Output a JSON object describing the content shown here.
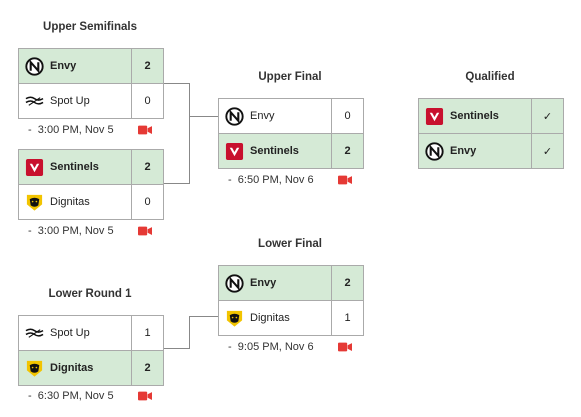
{
  "titles": {
    "upper_semifinals": "Upper Semifinals",
    "upper_final": "Upper Final",
    "qualified": "Qualified",
    "lower_final": "Lower Final",
    "lower_round_1": "Lower Round 1"
  },
  "matches": {
    "usf1": {
      "teams": [
        {
          "name": "Envy",
          "score": "2",
          "logo": "envy-logo"
        },
        {
          "name": "Spot Up",
          "score": "0",
          "logo": "spotup-logo"
        }
      ],
      "time": "3:00 PM, Nov 5"
    },
    "usf2": {
      "teams": [
        {
          "name": "Sentinels",
          "score": "2",
          "logo": "sentinels-logo"
        },
        {
          "name": "Dignitas",
          "score": "0",
          "logo": "dignitas-logo"
        }
      ],
      "time": "3:00 PM, Nov 5"
    },
    "uf": {
      "teams": [
        {
          "name": "Envy",
          "score": "0",
          "logo": "envy-logo"
        },
        {
          "name": "Sentinels",
          "score": "2",
          "logo": "sentinels-logo"
        }
      ],
      "time": "6:50 PM, Nov 6"
    },
    "lf": {
      "teams": [
        {
          "name": "Envy",
          "score": "2",
          "logo": "envy-logo"
        },
        {
          "name": "Dignitas",
          "score": "1",
          "logo": "dignitas-logo"
        }
      ],
      "time": "9:05 PM, Nov 6"
    },
    "lr1": {
      "teams": [
        {
          "name": "Spot Up",
          "score": "1",
          "logo": "spotup-logo"
        },
        {
          "name": "Dignitas",
          "score": "2",
          "logo": "dignitas-logo"
        }
      ],
      "time": "6:30 PM, Nov 5"
    }
  },
  "qualified": [
    {
      "name": "Sentinels",
      "mark": "✓",
      "logo": "sentinels-logo"
    },
    {
      "name": "Envy",
      "mark": "✓",
      "logo": "envy-logo"
    }
  ],
  "colors": {
    "winner_bg": "#d5ead6",
    "border": "#aaaaaa",
    "sentinels_red": "#c8102e",
    "dignitas_yellow": "#f2c400",
    "video_red": "#e53935"
  },
  "icons": {
    "stream": "video-camera-icon"
  }
}
